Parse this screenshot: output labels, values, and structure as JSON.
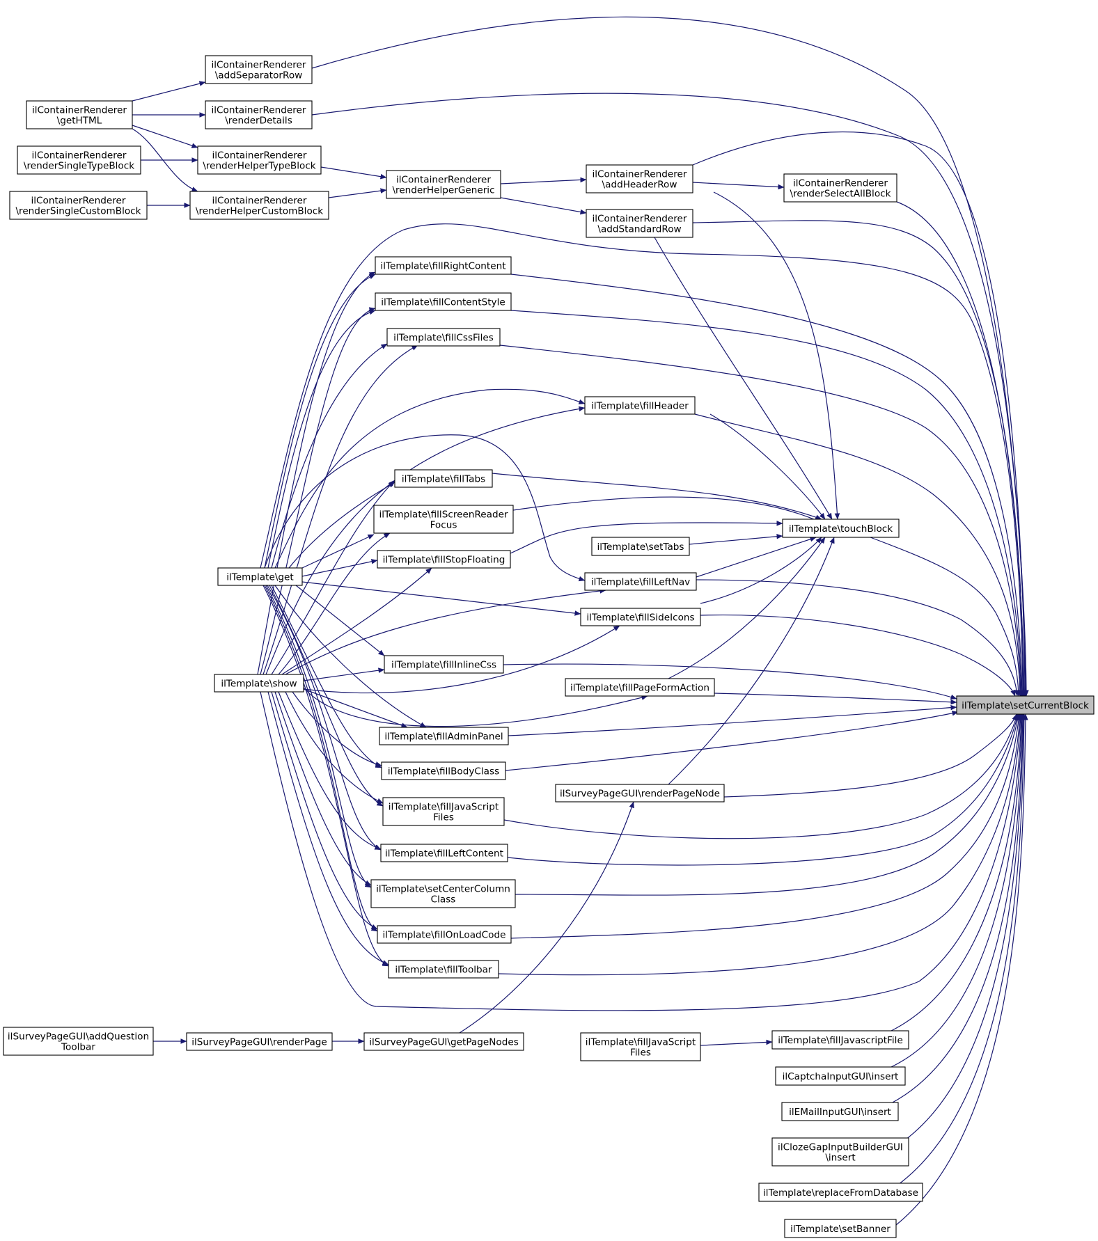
{
  "graph": {
    "type": "caller-graph",
    "focus_node": "n_setCurrentBlock",
    "colors": {
      "edge": "#191970",
      "node_border": "#000000",
      "node_fill": "#ffffff",
      "focus_fill": "#bfbfbf"
    },
    "nodes": [
      {
        "id": "n_setCurrentBlock",
        "lines": [
          "ilTemplate\\setCurrentBlock"
        ]
      },
      {
        "id": "n_cr_addSeparatorRow",
        "lines": [
          "ilContainerRenderer",
          "\\addSeparatorRow"
        ]
      },
      {
        "id": "n_cr_getHTML",
        "lines": [
          "ilContainerRenderer",
          "\\getHTML"
        ]
      },
      {
        "id": "n_cr_renderDetails",
        "lines": [
          "ilContainerRenderer",
          "\\renderDetails"
        ]
      },
      {
        "id": "n_cr_renderSingleTypeBlock",
        "lines": [
          "ilContainerRenderer",
          "\\renderSingleTypeBlock"
        ]
      },
      {
        "id": "n_cr_renderHelperTypeBlock",
        "lines": [
          "ilContainerRenderer",
          "\\renderHelperTypeBlock"
        ]
      },
      {
        "id": "n_cr_renderHelperGeneric",
        "lines": [
          "ilContainerRenderer",
          "\\renderHelperGeneric"
        ]
      },
      {
        "id": "n_cr_addHeaderRow",
        "lines": [
          "ilContainerRenderer",
          "\\addHeaderRow"
        ]
      },
      {
        "id": "n_cr_renderSelectAllBlock",
        "lines": [
          "ilContainerRenderer",
          "\\renderSelectAllBlock"
        ]
      },
      {
        "id": "n_cr_renderSingleCustomBlock",
        "lines": [
          "ilContainerRenderer",
          "\\renderSingleCustomBlock"
        ]
      },
      {
        "id": "n_cr_renderHelperCustomBlock",
        "lines": [
          "ilContainerRenderer",
          "\\renderHelperCustomBlock"
        ]
      },
      {
        "id": "n_cr_addStandardRow",
        "lines": [
          "ilContainerRenderer",
          "\\addStandardRow"
        ]
      },
      {
        "id": "n_fillRightContent",
        "lines": [
          "ilTemplate\\fillRightContent"
        ]
      },
      {
        "id": "n_fillContentStyle",
        "lines": [
          "ilTemplate\\fillContentStyle"
        ]
      },
      {
        "id": "n_fillCssFiles",
        "lines": [
          "ilTemplate\\fillCssFiles"
        ]
      },
      {
        "id": "n_fillHeader",
        "lines": [
          "ilTemplate\\fillHeader"
        ]
      },
      {
        "id": "n_fillTabs",
        "lines": [
          "ilTemplate\\fillTabs"
        ]
      },
      {
        "id": "n_fillScreenReaderFocus",
        "lines": [
          "ilTemplate\\fillScreenReader",
          "Focus"
        ]
      },
      {
        "id": "n_touchBlock",
        "lines": [
          "ilTemplate\\touchBlock"
        ]
      },
      {
        "id": "n_setTabs",
        "lines": [
          "ilTemplate\\setTabs"
        ]
      },
      {
        "id": "n_fillStopFloating",
        "lines": [
          "ilTemplate\\fillStopFloating"
        ]
      },
      {
        "id": "n_get",
        "lines": [
          "ilTemplate\\get"
        ]
      },
      {
        "id": "n_fillLeftNav",
        "lines": [
          "ilTemplate\\fillLeftNav"
        ]
      },
      {
        "id": "n_fillSideIcons",
        "lines": [
          "ilTemplate\\fillSideIcons"
        ]
      },
      {
        "id": "n_fillInlineCss",
        "lines": [
          "ilTemplate\\fillInlineCss"
        ]
      },
      {
        "id": "n_show",
        "lines": [
          "ilTemplate\\show"
        ]
      },
      {
        "id": "n_fillPageFormAction",
        "lines": [
          "ilTemplate\\fillPageFormAction"
        ]
      },
      {
        "id": "n_fillAdminPanel",
        "lines": [
          "ilTemplate\\fillAdminPanel"
        ]
      },
      {
        "id": "n_fillBodyClass",
        "lines": [
          "ilTemplate\\fillBodyClass"
        ]
      },
      {
        "id": "n_sp_renderPageNode",
        "lines": [
          "ilSurveyPageGUI\\renderPageNode"
        ]
      },
      {
        "id": "n_fillJavaScriptFiles",
        "lines": [
          "ilTemplate\\fillJavaScript",
          "Files"
        ]
      },
      {
        "id": "n_fillLeftContent",
        "lines": [
          "ilTemplate\\fillLeftContent"
        ]
      },
      {
        "id": "n_setCenterColumnClass",
        "lines": [
          "ilTemplate\\setCenterColumn",
          "Class"
        ]
      },
      {
        "id": "n_fillOnLoadCode",
        "lines": [
          "ilTemplate\\fillOnLoadCode"
        ]
      },
      {
        "id": "n_fillToolbar",
        "lines": [
          "ilTemplate\\fillToolbar"
        ]
      },
      {
        "id": "n_sp_addQuestionToolbar",
        "lines": [
          "ilSurveyPageGUI\\addQuestion",
          "Toolbar"
        ]
      },
      {
        "id": "n_sp_renderPage",
        "lines": [
          "ilSurveyPageGUI\\renderPage"
        ]
      },
      {
        "id": "n_sp_getPageNodes",
        "lines": [
          "ilSurveyPageGUI\\getPageNodes"
        ]
      },
      {
        "id": "n_fillJavaScriptFiles2",
        "lines": [
          "ilTemplate\\fillJavaScript",
          "Files"
        ]
      },
      {
        "id": "n_fillJavascriptFile",
        "lines": [
          "ilTemplate\\fillJavascriptFile"
        ]
      },
      {
        "id": "n_captcha_insert",
        "lines": [
          "ilCaptchaInputGUI\\insert"
        ]
      },
      {
        "id": "n_email_insert",
        "lines": [
          "ilEMailInputGUI\\insert"
        ]
      },
      {
        "id": "n_cloze_insert",
        "lines": [
          "ilClozeGapInputBuilderGUI",
          "\\insert"
        ]
      },
      {
        "id": "n_replaceFromDatabase",
        "lines": [
          "ilTemplate\\replaceFromDatabase"
        ]
      },
      {
        "id": "n_setBanner",
        "lines": [
          "ilTemplate\\setBanner"
        ]
      }
    ],
    "edges": [
      [
        "n_cr_addSeparatorRow",
        "n_setCurrentBlock"
      ],
      [
        "n_cr_renderDetails",
        "n_setCurrentBlock"
      ],
      [
        "n_cr_addHeaderRow",
        "n_setCurrentBlock"
      ],
      [
        "n_cr_renderSelectAllBlock",
        "n_setCurrentBlock"
      ],
      [
        "n_cr_addStandardRow",
        "n_setCurrentBlock"
      ],
      [
        "n_get",
        "n_setCurrentBlock"
      ],
      [
        "n_fillRightContent",
        "n_setCurrentBlock"
      ],
      [
        "n_fillContentStyle",
        "n_setCurrentBlock"
      ],
      [
        "n_fillCssFiles",
        "n_setCurrentBlock"
      ],
      [
        "n_fillHeader",
        "n_setCurrentBlock"
      ],
      [
        "n_touchBlock",
        "n_setCurrentBlock"
      ],
      [
        "n_fillLeftNav",
        "n_setCurrentBlock"
      ],
      [
        "n_fillSideIcons",
        "n_setCurrentBlock"
      ],
      [
        "n_fillInlineCss",
        "n_setCurrentBlock"
      ],
      [
        "n_fillPageFormAction",
        "n_setCurrentBlock"
      ],
      [
        "n_fillAdminPanel",
        "n_setCurrentBlock"
      ],
      [
        "n_fillBodyClass",
        "n_setCurrentBlock"
      ],
      [
        "n_sp_renderPageNode",
        "n_setCurrentBlock"
      ],
      [
        "n_fillJavaScriptFiles",
        "n_setCurrentBlock"
      ],
      [
        "n_fillLeftContent",
        "n_setCurrentBlock"
      ],
      [
        "n_setCenterColumnClass",
        "n_setCurrentBlock"
      ],
      [
        "n_fillOnLoadCode",
        "n_setCurrentBlock"
      ],
      [
        "n_fillToolbar",
        "n_setCurrentBlock"
      ],
      [
        "n_show",
        "n_setCurrentBlock"
      ],
      [
        "n_fillJavascriptFile",
        "n_setCurrentBlock"
      ],
      [
        "n_captcha_insert",
        "n_setCurrentBlock"
      ],
      [
        "n_email_insert",
        "n_setCurrentBlock"
      ],
      [
        "n_cloze_insert",
        "n_setCurrentBlock"
      ],
      [
        "n_replaceFromDatabase",
        "n_setCurrentBlock"
      ],
      [
        "n_setBanner",
        "n_setCurrentBlock"
      ],
      [
        "n_cr_getHTML",
        "n_cr_addSeparatorRow"
      ],
      [
        "n_cr_getHTML",
        "n_cr_renderDetails"
      ],
      [
        "n_cr_getHTML",
        "n_cr_renderHelperTypeBlock"
      ],
      [
        "n_cr_getHTML",
        "n_cr_renderHelperCustomBlock"
      ],
      [
        "n_cr_renderSingleTypeBlock",
        "n_cr_renderHelperTypeBlock"
      ],
      [
        "n_cr_renderSingleCustomBlock",
        "n_cr_renderHelperCustomBlock"
      ],
      [
        "n_cr_renderHelperTypeBlock",
        "n_cr_renderHelperGeneric"
      ],
      [
        "n_cr_renderHelperCustomBlock",
        "n_cr_renderHelperGeneric"
      ],
      [
        "n_cr_renderHelperGeneric",
        "n_cr_addHeaderRow"
      ],
      [
        "n_cr_renderHelperGeneric",
        "n_cr_addStandardRow"
      ],
      [
        "n_cr_addHeaderRow",
        "n_cr_renderSelectAllBlock"
      ],
      [
        "n_cr_addHeaderRow",
        "n_touchBlock"
      ],
      [
        "n_cr_addStandardRow",
        "n_touchBlock"
      ],
      [
        "n_fillHeader",
        "n_touchBlock"
      ],
      [
        "n_fillTabs",
        "n_touchBlock"
      ],
      [
        "n_fillScreenReaderFocus",
        "n_touchBlock"
      ],
      [
        "n_setTabs",
        "n_touchBlock"
      ],
      [
        "n_fillStopFloating",
        "n_touchBlock"
      ],
      [
        "n_fillLeftNav",
        "n_touchBlock"
      ],
      [
        "n_fillSideIcons",
        "n_touchBlock"
      ],
      [
        "n_fillPageFormAction",
        "n_touchBlock"
      ],
      [
        "n_sp_renderPageNode",
        "n_touchBlock"
      ],
      [
        "n_get",
        "n_fillRightContent"
      ],
      [
        "n_get",
        "n_fillContentStyle"
      ],
      [
        "n_get",
        "n_fillCssFiles"
      ],
      [
        "n_get",
        "n_fillHeader"
      ],
      [
        "n_get",
        "n_fillTabs"
      ],
      [
        "n_get",
        "n_fillScreenReaderFocus"
      ],
      [
        "n_get",
        "n_fillStopFloating"
      ],
      [
        "n_get",
        "n_fillLeftNav"
      ],
      [
        "n_get",
        "n_fillSideIcons"
      ],
      [
        "n_get",
        "n_fillInlineCss"
      ],
      [
        "n_get",
        "n_fillAdminPanel"
      ],
      [
        "n_get",
        "n_fillBodyClass"
      ],
      [
        "n_get",
        "n_fillJavaScriptFiles"
      ],
      [
        "n_get",
        "n_fillLeftContent"
      ],
      [
        "n_get",
        "n_setCenterColumnClass"
      ],
      [
        "n_get",
        "n_fillOnLoadCode"
      ],
      [
        "n_get",
        "n_fillToolbar"
      ],
      [
        "n_show",
        "n_fillRightContent"
      ],
      [
        "n_show",
        "n_fillContentStyle"
      ],
      [
        "n_show",
        "n_fillCssFiles"
      ],
      [
        "n_show",
        "n_fillHeader"
      ],
      [
        "n_show",
        "n_fillTabs"
      ],
      [
        "n_show",
        "n_fillScreenReaderFocus"
      ],
      [
        "n_show",
        "n_fillStopFloating"
      ],
      [
        "n_show",
        "n_fillLeftNav"
      ],
      [
        "n_show",
        "n_fillSideIcons"
      ],
      [
        "n_show",
        "n_fillInlineCss"
      ],
      [
        "n_show",
        "n_fillPageFormAction"
      ],
      [
        "n_show",
        "n_fillAdminPanel"
      ],
      [
        "n_show",
        "n_fillBodyClass"
      ],
      [
        "n_show",
        "n_fillJavaScriptFiles"
      ],
      [
        "n_show",
        "n_fillLeftContent"
      ],
      [
        "n_show",
        "n_setCenterColumnClass"
      ],
      [
        "n_show",
        "n_fillOnLoadCode"
      ],
      [
        "n_show",
        "n_fillToolbar"
      ],
      [
        "n_sp_getPageNodes",
        "n_sp_renderPageNode"
      ],
      [
        "n_sp_renderPage",
        "n_sp_getPageNodes"
      ],
      [
        "n_sp_addQuestionToolbar",
        "n_sp_renderPage"
      ],
      [
        "n_fillJavaScriptFiles2",
        "n_fillJavascriptFile"
      ]
    ]
  }
}
